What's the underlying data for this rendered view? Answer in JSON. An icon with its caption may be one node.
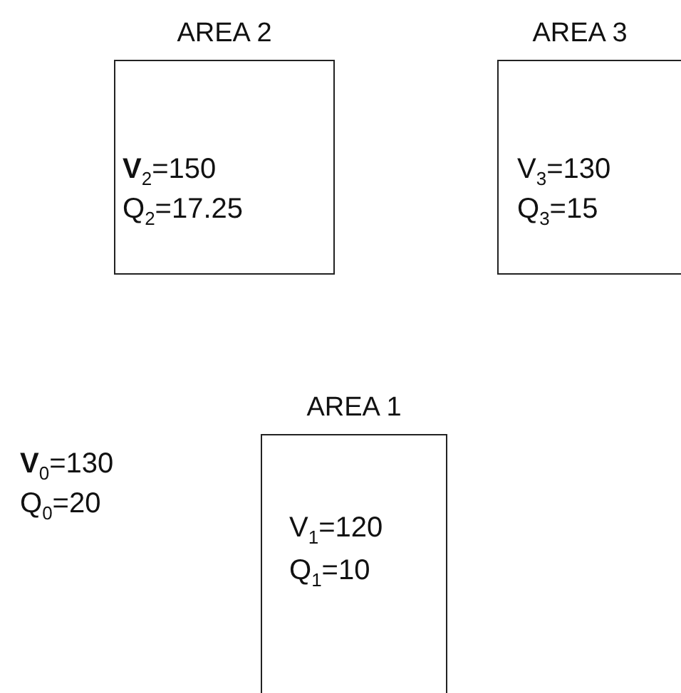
{
  "diagram": {
    "nodes": [
      {
        "text": [
          "AREA 2",
          "**V**$_{2}$=150",
          "Q$_{2}$=17.25"
        ]
      },
      {
        "text": [
          "AREA 3",
          "V$_{3}$=130",
          "Q$_{3}$=15"
        ]
      },
      {
        "text": [
          "AREA 1",
          "V$_{1}$=120",
          "Q$_{1}$=10"
        ]
      }
    ],
    "labels": [
      "**V**$_{0}$=130",
      "Q$_{0}$=20"
    ]
  }
}
